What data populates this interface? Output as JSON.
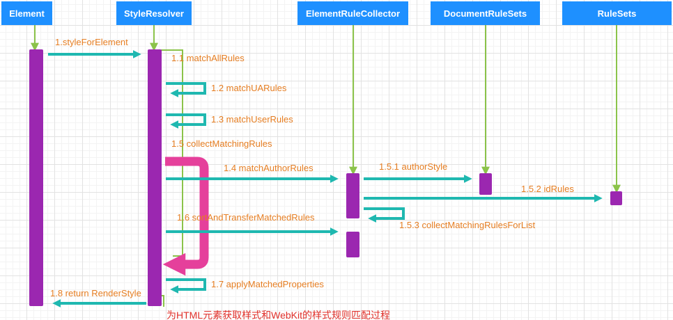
{
  "colors": {
    "actor_bg": "#1e90ff",
    "lifeline": "#8bc34a",
    "activation": "#9b27b0",
    "message": "#1fb8b0",
    "return_loop": "#e5409b",
    "label": "#e67e22",
    "caption": "#e0302a"
  },
  "actors": [
    "Element",
    "StyleResolver",
    "ElementRuleCollector",
    "DocumentRuleSets",
    "RuleSets"
  ],
  "messages": {
    "m1": "1.styleForElement",
    "m1_1": "1.1 matchAllRules",
    "m1_2": "1.2 matchUARules",
    "m1_3": "1.3 matchUserRules",
    "m1_5": "1.5 collectMatchingRules",
    "m1_4": "1.4 matchAuthorRules",
    "m1_5_1": "1.5.1 authorStyle",
    "m1_5_2": "1.5.2 idRules",
    "m1_5_3": "1.5.3 collectMatchingRulesForList",
    "m1_6": "1.6 sortAndTransferMatchedRules",
    "m1_7": "1.7 applyMatchedProperties",
    "m1_8": "1.8 return RenderStyle"
  },
  "caption": "为HTML元素获取样式和WebKit的样式规则匹配过程"
}
